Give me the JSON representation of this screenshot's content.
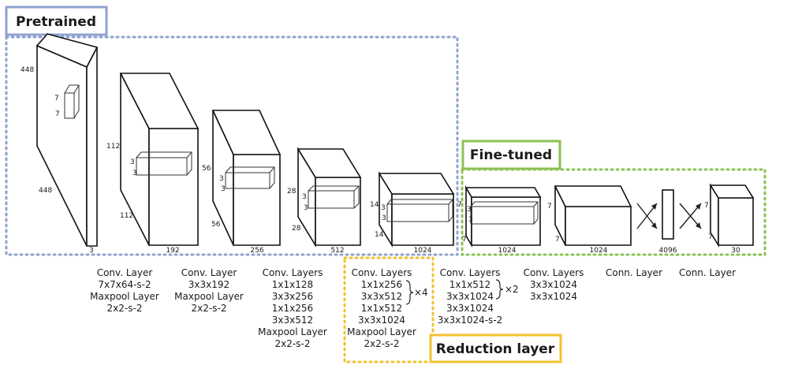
{
  "badges": {
    "pretrained": "Pretrained",
    "finetuned": "Fine-tuned",
    "reduction": "Reduction layer"
  },
  "colors": {
    "pretrained": "#8fa3cf",
    "finetuned": "#8cc152",
    "reduction": "#f2c230"
  },
  "dims": {
    "in_h": "448",
    "in_w": "448",
    "in_c": "3",
    "in_k1": "7",
    "in_k2": "7",
    "b1_h": "112",
    "b1_w": "112",
    "b1_c": "192",
    "b1_k1": "3",
    "b1_k2": "3",
    "b2_h": "56",
    "b2_w": "56",
    "b2_c": "256",
    "b2_k1": "3",
    "b2_k2": "3",
    "b3_h": "28",
    "b3_w": "28",
    "b3_c": "512",
    "b3_k1": "3",
    "b3_k2": "3",
    "b4_h": "14",
    "b4_w": "14",
    "b4_c": "1024",
    "b4_k1": "3",
    "b4_k2": "3",
    "b5_h": "7",
    "b5_w": "7",
    "b5_c": "1024",
    "b5_k1": "3",
    "b5_k2": "3",
    "b6_h": "7",
    "b6_w": "7",
    "b6_c": "1024",
    "fc_c": "4096",
    "out_h": "7",
    "out_w": "7",
    "out_c": "30"
  },
  "captions": {
    "c1": [
      "Conv. Layer",
      "7x7x64-s-2",
      "Maxpool Layer",
      "2x2-s-2"
    ],
    "c2": [
      "Conv. Layer",
      "3x3x192",
      "Maxpool Layer",
      "2x2-s-2"
    ],
    "c3": [
      "Conv. Layers",
      "1x1x128",
      "3x3x256",
      "1x1x256",
      "3x3x512",
      "Maxpool Layer",
      "2x2-s-2"
    ],
    "c4": [
      "Conv. Layers",
      "1x1x256",
      "3x3x512",
      "1x1x512",
      "3x3x1024",
      "Maxpool Layer",
      "2x2-s-2"
    ],
    "c4_mult": "×4",
    "c5": [
      "Conv. Layers",
      "1x1x512",
      "3x3x1024",
      "3x3x1024",
      "3x3x1024-s-2"
    ],
    "c5_mult": "×2",
    "c6": [
      "Conv. Layers",
      "3x3x1024",
      "3x3x1024"
    ],
    "c7": [
      "Conn. Layer"
    ],
    "c8": [
      "Conn. Layer"
    ]
  }
}
